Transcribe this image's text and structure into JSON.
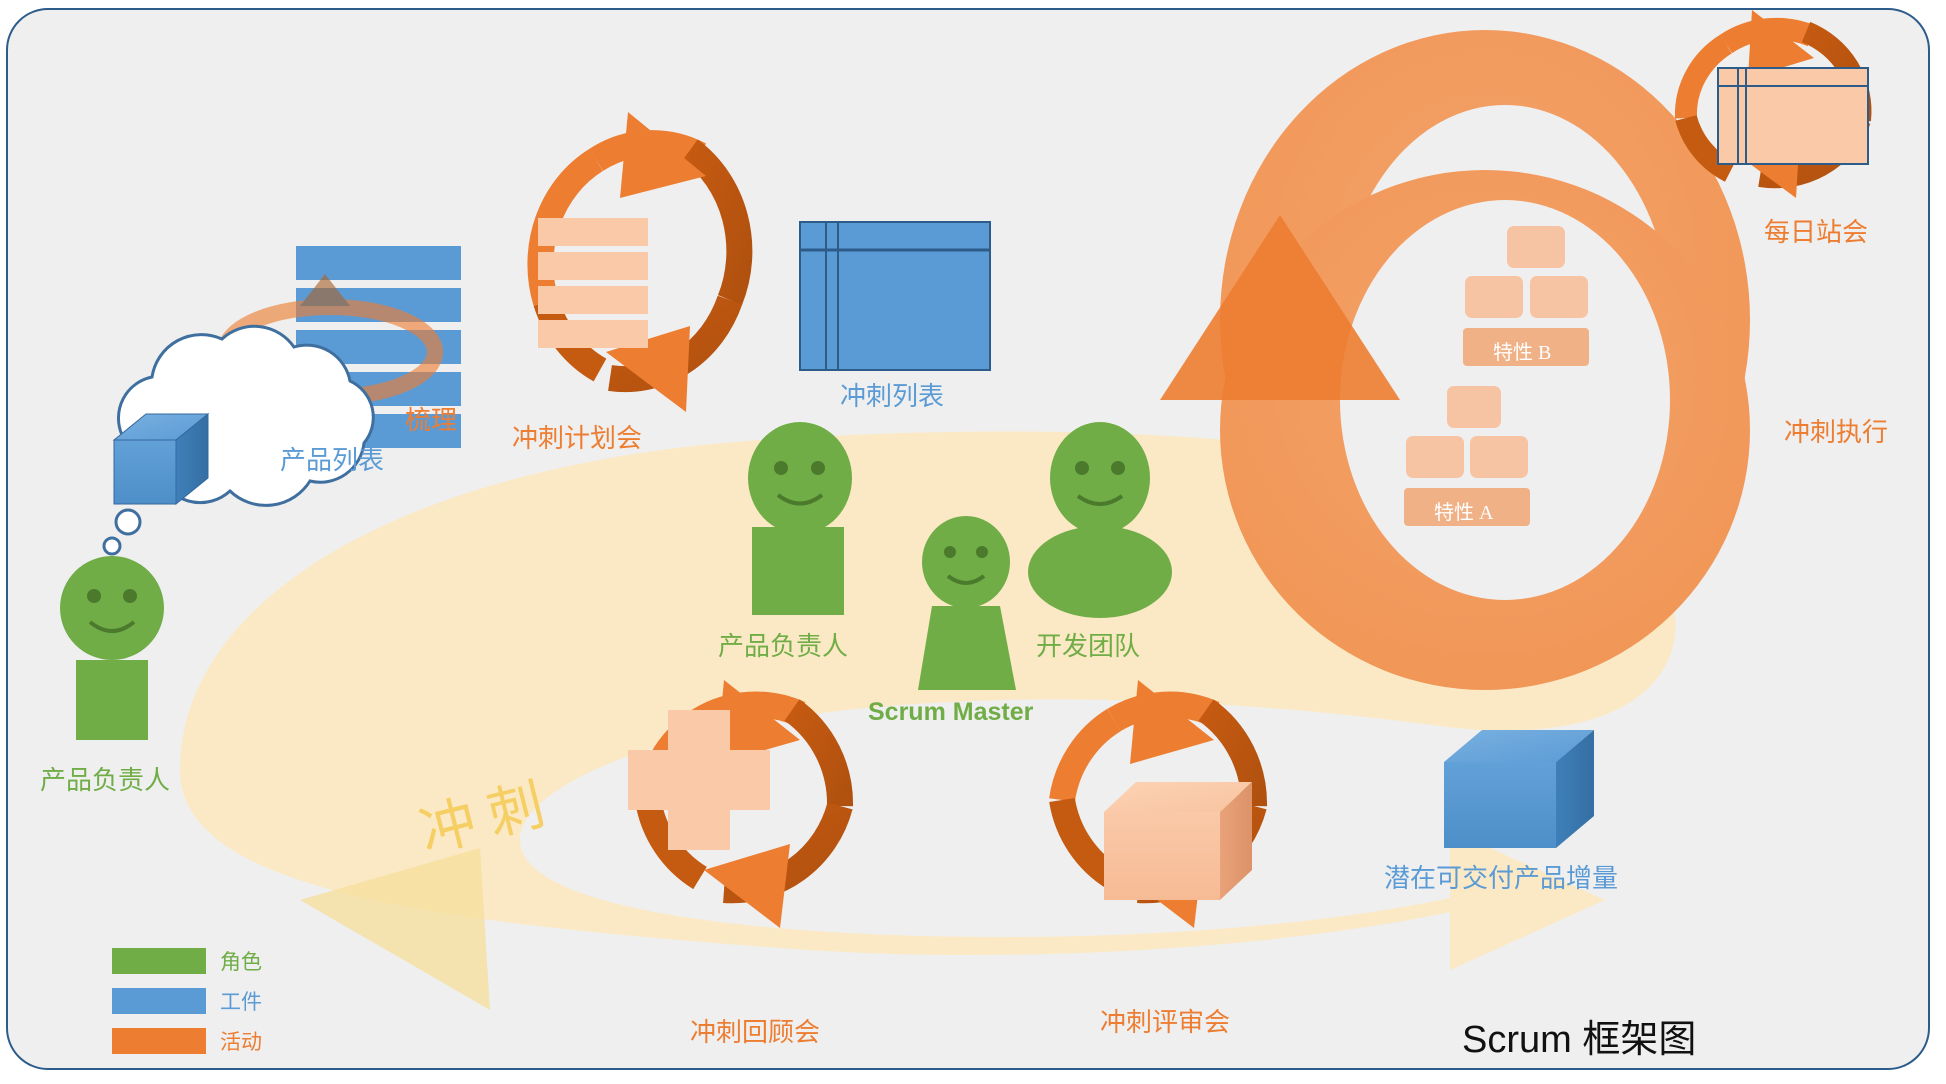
{
  "diagram": {
    "title": "Scrum 框架图",
    "background_color": "#efefef",
    "border_color": "#2e5c8a"
  },
  "sprint_cycle": {
    "label": "冲刺",
    "color": "#fbe9c5"
  },
  "artifacts": {
    "product_backlog": {
      "label": "产品列表",
      "color": "#5b9bd5",
      "bars": 5
    },
    "sprint_backlog": {
      "label": "冲刺列表",
      "color": "#5b9bd5"
    },
    "increment": {
      "label": "潜在可交付产品增量",
      "color": "#5b9bd5"
    },
    "vision_cube": {
      "color": "#5b9bd5"
    }
  },
  "activities": {
    "grooming": {
      "label": "梳理",
      "color": "#ed7d31"
    },
    "sprint_planning": {
      "label": "冲刺计划会",
      "color": "#ed7d31",
      "rows": 4
    },
    "daily_standup": {
      "label": "每日站会",
      "color": "#ed7d31"
    },
    "sprint_execution": {
      "label": "冲刺执行",
      "color": "#ed7d31"
    },
    "sprint_review": {
      "label": "冲刺评审会",
      "color": "#ed7d31"
    },
    "sprint_retrospective": {
      "label": "冲刺回顾会",
      "color": "#ed7d31"
    }
  },
  "roles": {
    "product_owner_left": {
      "label": "产品负责人",
      "color": "#70ad47"
    },
    "product_owner": {
      "label": "产品负责人",
      "color": "#70ad47"
    },
    "scrum_master": {
      "label": "Scrum Master",
      "color": "#70ad47"
    },
    "dev_team": {
      "label": "开发团队",
      "color": "#70ad47"
    }
  },
  "features": {
    "feature_a": "特性 A",
    "feature_b": "特性 B"
  },
  "legend": {
    "items": [
      {
        "label": "角色",
        "color": "#70ad47"
      },
      {
        "label": "工件",
        "color": "#5b9bd5"
      },
      {
        "label": "活动",
        "color": "#ed7d31"
      }
    ]
  }
}
